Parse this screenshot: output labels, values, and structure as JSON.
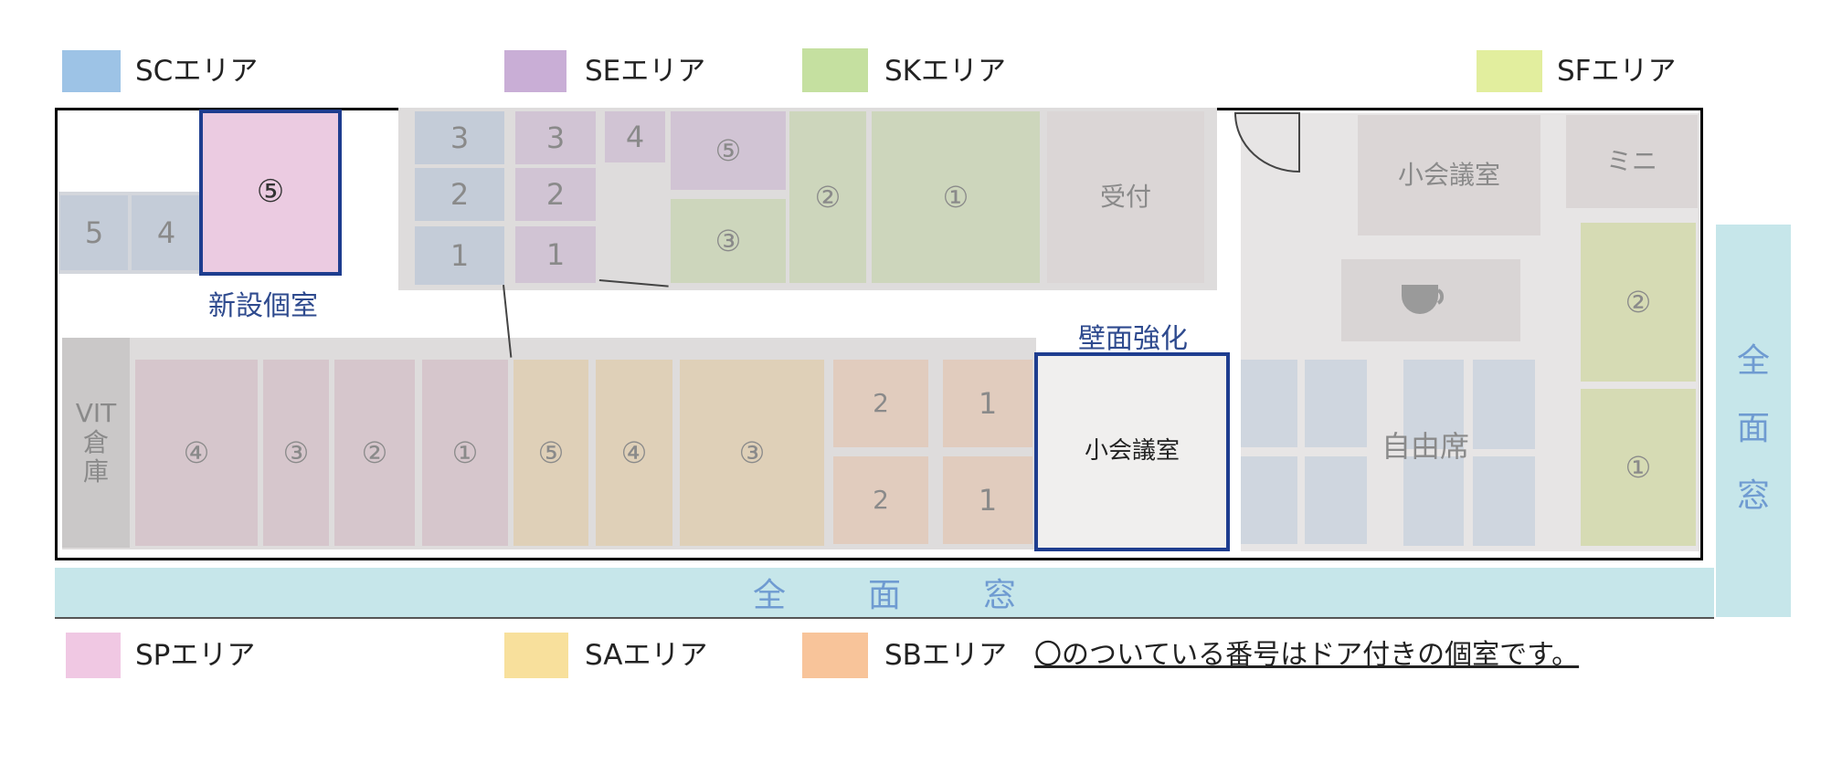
{
  "legend_top": [
    {
      "label": "SCエリア",
      "color": "#9dc3e6"
    },
    {
      "label": "SEエリア",
      "color": "#c9aed6"
    },
    {
      "label": "SKエリア",
      "color": "#c5e0a0"
    },
    {
      "label": "SFエリア",
      "color": "#e2ee9e"
    }
  ],
  "legend_bottom": [
    {
      "label": "SPエリア",
      "color": "#f0c8e3"
    },
    {
      "label": "SAエリア",
      "color": "#f8e09c"
    },
    {
      "label": "SBエリア",
      "color": "#f8c49a"
    }
  ],
  "note": "〇のついている番号はドア付きの個室です。",
  "rooms": {
    "sc": [
      "5",
      "4",
      "3",
      "2",
      "1"
    ],
    "sp": "⑤",
    "se": [
      "3",
      "2",
      "1",
      "4",
      "⑤"
    ],
    "sk": [
      "③",
      "②",
      "①"
    ],
    "reception": "受付",
    "small_meeting_top": "小会議室",
    "mini": "ミニ",
    "sf": [
      "②",
      "①"
    ],
    "vit": "VIT\n倉\n庫",
    "lower_purple": [
      "④",
      "③",
      "②",
      "①"
    ],
    "sa": [
      "⑤",
      "④",
      "③"
    ],
    "sb": [
      "2",
      "1",
      "2",
      "1"
    ],
    "small_meeting_main": "小会議室",
    "free_seats": "自由席"
  },
  "labels": {
    "new_room": "新設個室",
    "wall": "壁面強化",
    "window_bottom": [
      "全",
      "面",
      "窓"
    ],
    "window_right": [
      "全",
      "面",
      "窓"
    ]
  }
}
